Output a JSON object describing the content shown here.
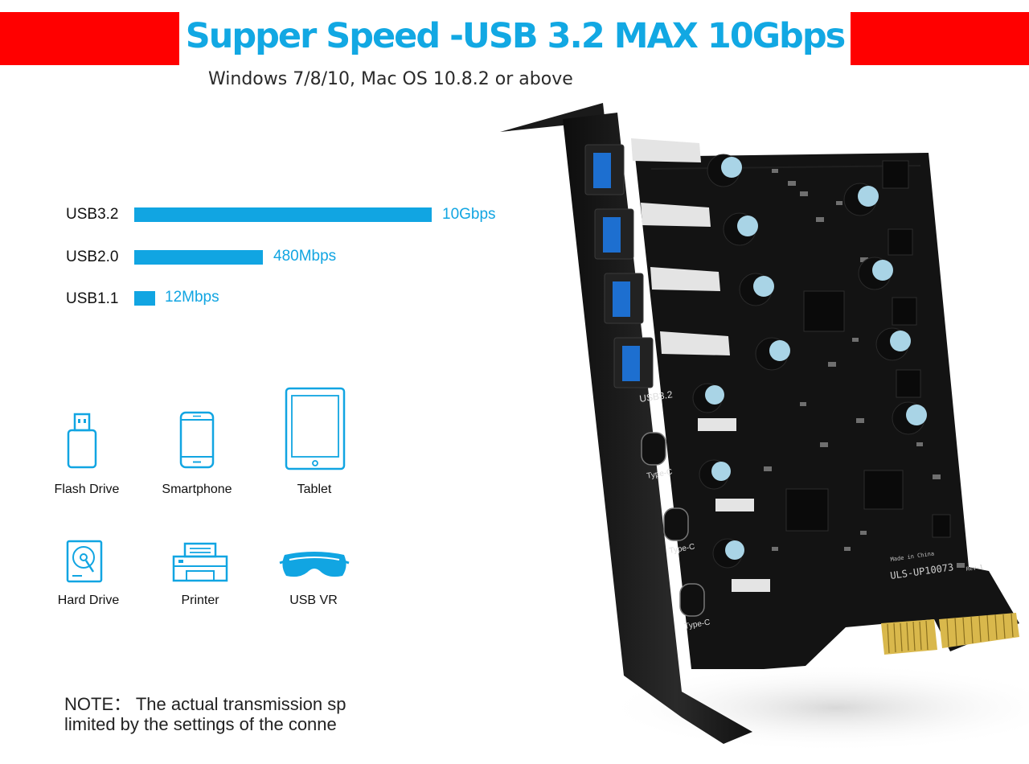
{
  "header": {
    "headline": "Supper Speed -USB 3.2 MAX 10Gbps",
    "os_support": "Windows 7/8/10, Mac OS 10.8.2 or above"
  },
  "speeds": [
    {
      "name": "USB3.2",
      "value": "10Gbps"
    },
    {
      "name": "USB2.0",
      "value": "480Mbps"
    },
    {
      "name": "USB1.1",
      "value": "12Mbps"
    }
  ],
  "devices": [
    {
      "label": "Flash Drive",
      "icon": "flash-drive-icon"
    },
    {
      "label": "Smartphone",
      "icon": "smartphone-icon"
    },
    {
      "label": "Tablet",
      "icon": "tablet-icon"
    },
    {
      "label": "Hard Drive",
      "icon": "hard-drive-icon"
    },
    {
      "label": "Printer",
      "icon": "printer-icon"
    },
    {
      "label": "USB VR",
      "icon": "vr-headset-icon"
    }
  ],
  "note": {
    "line1": "NOTE： The actual transmission sp",
    "line2": "limited by the settings of the conne"
  },
  "card": {
    "port_group_label": "USB3.2",
    "typec_label": "Type-C",
    "model": "ULS-UP10073",
    "revision": "Rev-1",
    "made_in": "Made in China"
  },
  "colors": {
    "accent_blue": "#11a5e2",
    "banner_red": "#ff0000",
    "pcb_black": "#121212"
  }
}
